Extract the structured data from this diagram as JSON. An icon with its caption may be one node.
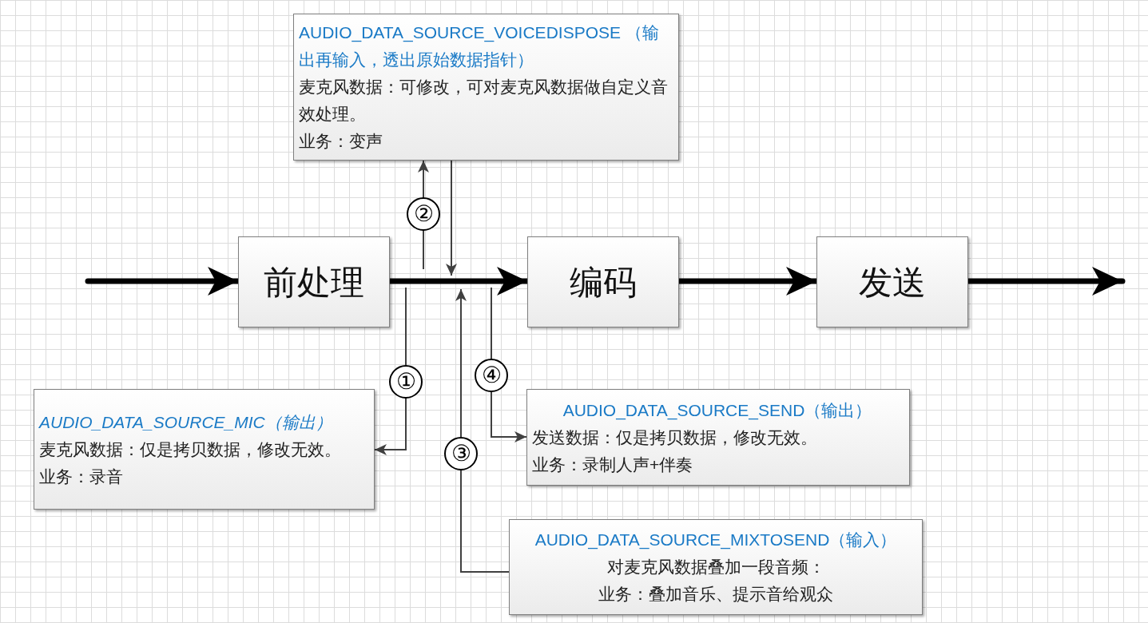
{
  "diagram": {
    "nodes": [
      {
        "text": [
          "前处理"
        ]
      },
      {
        "text": [
          "编码"
        ]
      },
      {
        "text": [
          "发送"
        ]
      },
      {
        "text": [
          "AUDIO_DATA_SOURCE_VOICEDISPOSE （输出再输入，透出原始数据指针）",
          "麦克风数据：可修改，可对麦克风数据做自定义音效处理。",
          "业务：变声"
        ]
      },
      {
        "text": [
          "AUDIO_DATA_SOURCE_MIC（输出）",
          "麦克风数据：仅是拷贝数据，修改无效。",
          "业务：录音"
        ]
      },
      {
        "text": [
          "AUDIO_DATA_SOURCE_SEND（输出）",
          "发送数据：仅是拷贝数据，修改无效。",
          "业务：录制人声+伴奏"
        ]
      },
      {
        "text": [
          "AUDIO_DATA_SOURCE_MIXTOSEND（输入）",
          "对麦克风数据叠加一段音频：",
          "业务：叠加音乐、提示音给观众"
        ]
      }
    ],
    "edges": [
      {
        "from": null,
        "to": 0,
        "arrow": "to",
        "style": "thick"
      },
      {
        "from": 0,
        "to": 1,
        "arrow": "to",
        "style": "thick"
      },
      {
        "from": 1,
        "to": 2,
        "arrow": "to",
        "style": "thick"
      },
      {
        "from": 2,
        "to": null,
        "arrow": "to",
        "style": "thick"
      },
      {
        "from": null,
        "to": 3,
        "arrow": "to",
        "label": "②"
      },
      {
        "from": 3,
        "to": null,
        "arrow": "to"
      },
      {
        "from": null,
        "to": 4,
        "arrow": "to",
        "label": "①"
      },
      {
        "from": 6,
        "to": null,
        "arrow": "to",
        "label": "③"
      },
      {
        "from": null,
        "to": 5,
        "arrow": "to",
        "label": "④"
      }
    ]
  }
}
